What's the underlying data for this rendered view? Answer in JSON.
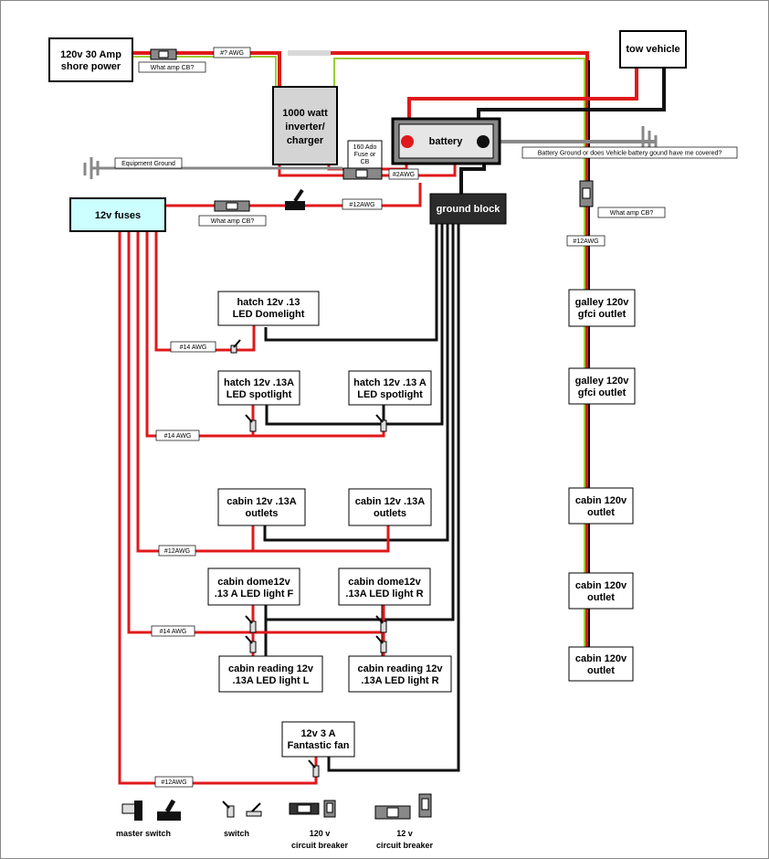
{
  "boxes": {
    "shore_power": [
      "120v 30 Amp",
      "shore power"
    ],
    "tow_vehicle": [
      "tow vehicle"
    ],
    "inverter": [
      "1000 watt",
      "inverter/",
      "charger"
    ],
    "battery": [
      "battery"
    ],
    "fuse_160": [
      "160 Ado",
      "Fuse or",
      "CB"
    ],
    "fuses_12v": [
      "12v fuses"
    ],
    "ground_block": [
      "ground block"
    ],
    "hatch_dome": [
      "hatch 12v .13",
      "LED Domelight"
    ],
    "hatch_spot_l": [
      "hatch 12v .13A",
      "LED spotlight"
    ],
    "hatch_spot_r": [
      "hatch 12v .13 A",
      "LED spotlight"
    ],
    "cabin_outlets_l": [
      "cabin 12v .13A",
      "outlets"
    ],
    "cabin_outlets_r": [
      "cabin 12v .13A",
      "outlets"
    ],
    "cabin_dome_f": [
      "cabin dome12v",
      ".13 A LED light F"
    ],
    "cabin_dome_r": [
      "cabin dome12v",
      ".13A LED light R"
    ],
    "cabin_reading_l": [
      "cabin reading 12v",
      ".13A LED light L"
    ],
    "cabin_reading_r": [
      "cabin reading 12v",
      ".13A LED light R"
    ],
    "fantastic_fan": [
      "12v 3 A",
      "Fantastic fan"
    ],
    "galley_1": [
      "galley 120v",
      "gfci outlet"
    ],
    "galley_2": [
      "galley 120v",
      "gfci outlet"
    ],
    "cabin_120_1": [
      "cabin 120v",
      "outlet"
    ],
    "cabin_120_2": [
      "cabin 120v",
      "outlet"
    ],
    "cabin_120_3": [
      "cabin 120v",
      "outlet"
    ]
  },
  "labels": {
    "awg_shore": "#? AWG",
    "what_amp_cb_shore": "What amp CB?",
    "equipment_ground": "Equipment Ground",
    "awg_2": "#2AWG",
    "battery_ground_q": "Battery Ground or does Vehicle battery gound have me covered?",
    "awg_12_fuse": "#12AWG",
    "what_amp_cb_fuse": "What amp CB?",
    "what_amp_cb_120": "What amp CB?",
    "awg_12_120": "#12AWG",
    "awg_14_a": "#14 AWG",
    "awg_14_b": "#14 AWG",
    "awg_12_outlets": "#12AWG",
    "awg_14_c": "#14 AWG",
    "awg_12_fan": "#12AWG"
  },
  "legend": {
    "master_switch": "master switch",
    "switch": "switch",
    "cb_120": [
      "120 v",
      "circuit breaker"
    ],
    "cb_12": [
      "12 v",
      "circuit breaker"
    ]
  },
  "colors": {
    "positive": "#e0191b",
    "ground": "#111111",
    "ac_green": "#9acd32",
    "ground_block_fill": "#2b2b2b",
    "inverter_fill": "#d4d4d4",
    "fuses_fill": "#ccffff"
  }
}
